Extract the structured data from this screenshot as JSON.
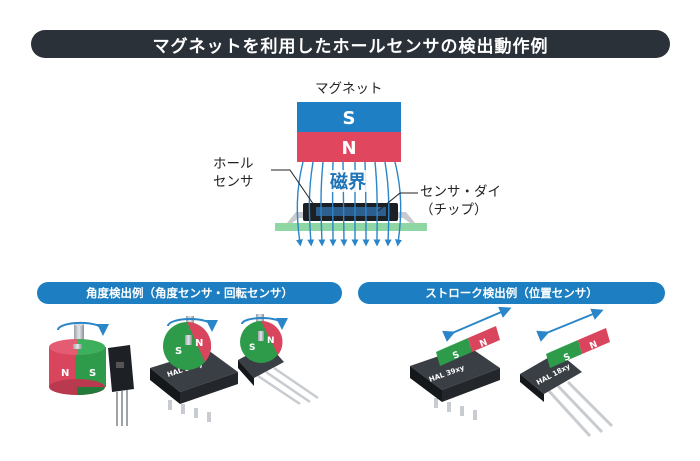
{
  "title": "マグネットを利用したホールセンサの検出動作例",
  "main_diagram": {
    "magnet_label": "マグネット",
    "pole_s": "S",
    "pole_n": "N",
    "hall_sensor_label_line1": "ホール",
    "hall_sensor_label_line2": "センサ",
    "field_label": "磁界",
    "die_label_line1": "センサ・ダイ",
    "die_label_line2": "（チップ）"
  },
  "sections": {
    "angle": {
      "label": "角度検出例（角度センサ・回転センサ）"
    },
    "stroke": {
      "label": "ストローク検出例（位置センサ）"
    }
  },
  "examples": {
    "cylinder_n": "N",
    "cylinder_s": "S",
    "disk_s": "S",
    "disk_n": "N",
    "chip1_text": "HAL 36xy",
    "chip3_text": "HAL 39xy",
    "chip4_text": "HAL 18xy",
    "bar_s": "S",
    "bar_n": "N"
  },
  "colors": {
    "pole_s": "#1f7fc4",
    "pole_n": "#e0465e",
    "field_lines": "#2a86c8",
    "pcb": "#8fd6a5",
    "title_bg": "#2b3138",
    "section_bg": "#1d7fc1"
  }
}
